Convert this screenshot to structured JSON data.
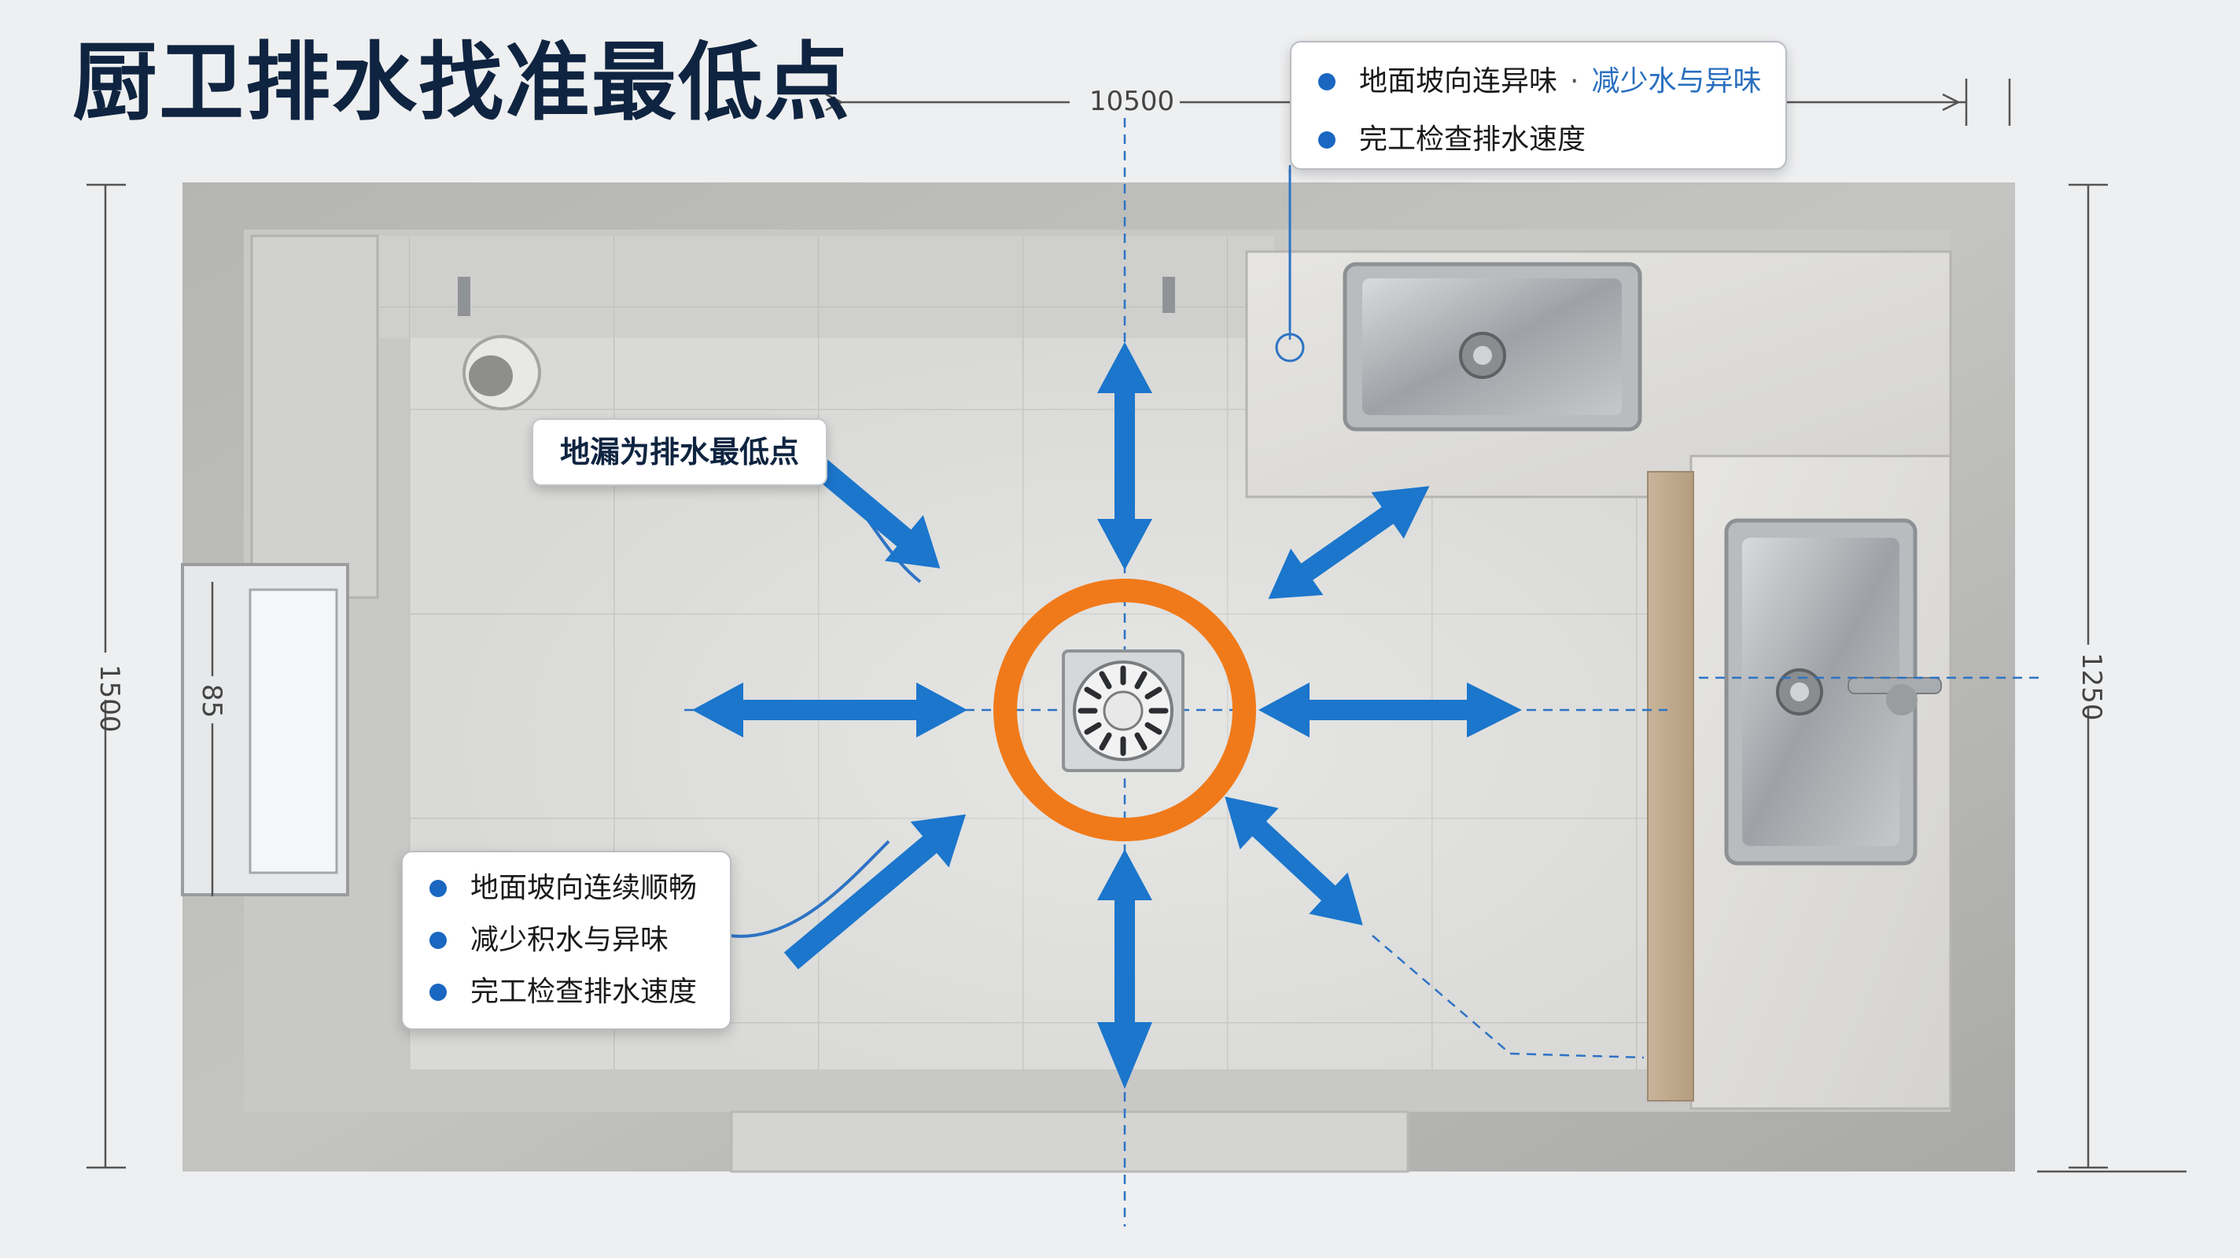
{
  "title": "厨卫排水找准最低点",
  "dimensions": {
    "top_width": "10500",
    "left_height": "1500",
    "inner_left": "85",
    "right_height": "1250"
  },
  "callout_top": {
    "line1_a": "地面坡向连异味",
    "line1_sep": "·",
    "line1_b": "减少水与异味",
    "line2": "完工检查排水速度"
  },
  "floor_drain_label": "地漏为排水最低点",
  "callout_left": {
    "items": [
      "地面坡向连续顺畅",
      "减少积水与异味",
      "完工检查排水速度"
    ]
  },
  "colors": {
    "arrow": "#1b76cc",
    "drain_ring": "#f07a1a",
    "bullet": "#1a67c1",
    "title": "#0f2440"
  }
}
